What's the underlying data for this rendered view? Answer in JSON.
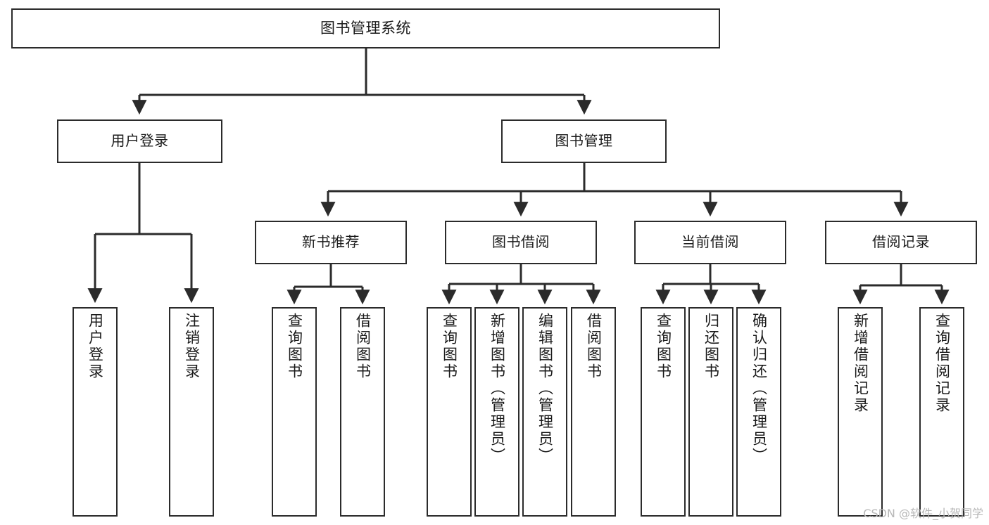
{
  "diagram": {
    "title": "图书管理系统",
    "type": "tree-hierarchy",
    "root": {
      "id": "root",
      "label": "图书管理系统"
    },
    "level2": [
      {
        "id": "user-login",
        "label": "用户登录"
      },
      {
        "id": "book-manage",
        "label": "图书管理"
      }
    ],
    "level3": [
      {
        "id": "new-book-recommend",
        "label": "新书推荐",
        "parent": "book-manage"
      },
      {
        "id": "book-borrow",
        "label": "图书借阅",
        "parent": "book-manage"
      },
      {
        "id": "current-borrow",
        "label": "当前借阅",
        "parent": "book-manage"
      },
      {
        "id": "borrow-record",
        "label": "借阅记录",
        "parent": "book-manage"
      }
    ],
    "leaves": [
      {
        "id": "leaf-user-login",
        "label": "用户登录",
        "parent": "user-login"
      },
      {
        "id": "leaf-user-logout",
        "label": "注销登录",
        "parent": "user-login"
      },
      {
        "id": "leaf-query-book-1",
        "label": "查询图书",
        "parent": "new-book-recommend"
      },
      {
        "id": "leaf-borrow-book-1",
        "label": "借阅图书",
        "parent": "new-book-recommend"
      },
      {
        "id": "leaf-query-book-2",
        "label": "查询图书",
        "parent": "book-borrow"
      },
      {
        "id": "leaf-add-book",
        "label": "新增图书（管理员）",
        "parent": "book-borrow"
      },
      {
        "id": "leaf-edit-book",
        "label": "编辑图书（管理员）",
        "parent": "book-borrow"
      },
      {
        "id": "leaf-borrow-book-2",
        "label": "借阅图书",
        "parent": "book-borrow"
      },
      {
        "id": "leaf-query-book-3",
        "label": "查询图书",
        "parent": "current-borrow"
      },
      {
        "id": "leaf-return-book",
        "label": "归还图书",
        "parent": "current-borrow"
      },
      {
        "id": "leaf-confirm-return",
        "label": "确认归还（管理员）",
        "parent": "current-borrow"
      },
      {
        "id": "leaf-add-record",
        "label": "新增借阅记录",
        "parent": "borrow-record"
      },
      {
        "id": "leaf-query-record",
        "label": "查询借阅记录",
        "parent": "borrow-record"
      }
    ],
    "colors": {
      "stroke": "#2b2b2b",
      "fill": "#ffffff",
      "text": "#1a1a1a",
      "watermark": "#b8b8b8"
    }
  },
  "watermark": {
    "text": "CSDN @软件_小贺同学"
  }
}
